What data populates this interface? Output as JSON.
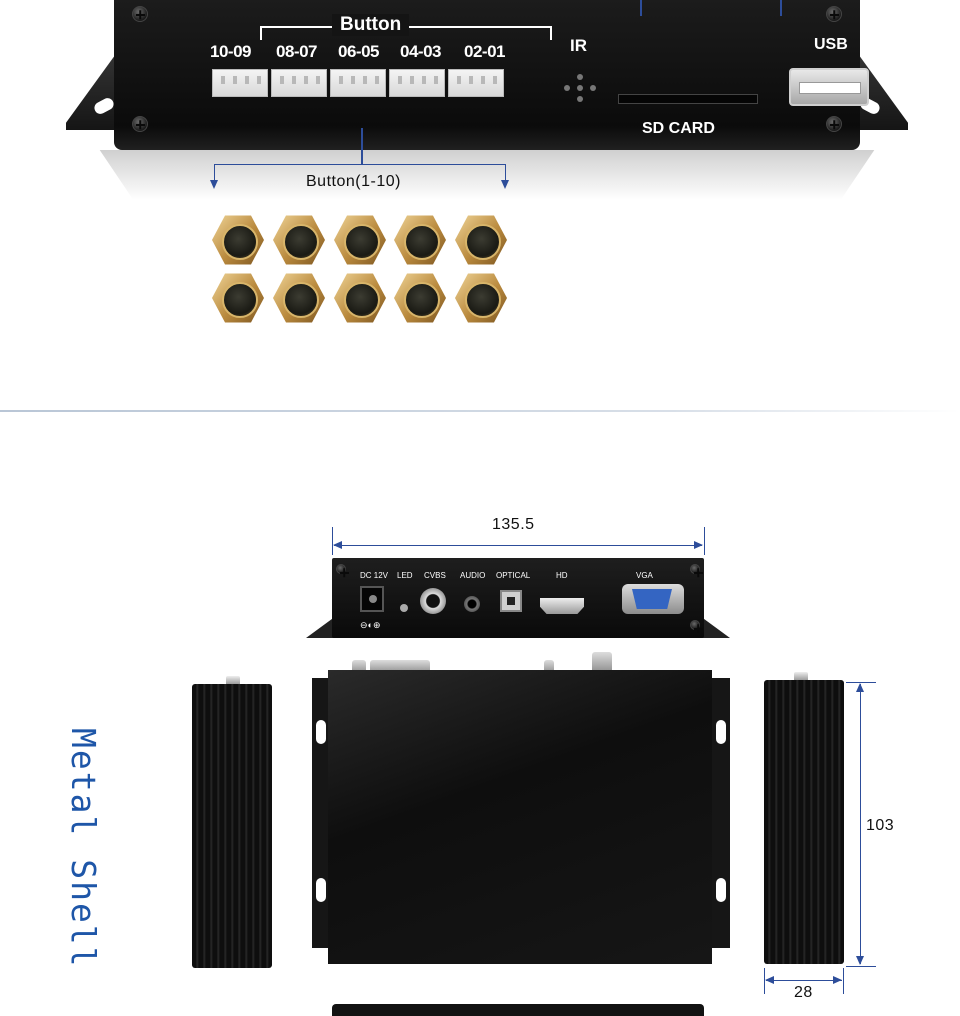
{
  "top_panel": {
    "button_group_title": "Button",
    "port_labels": [
      "10-09",
      "08-07",
      "06-05",
      "04-03",
      "02-01"
    ],
    "ir_label": "IR",
    "sd_label": "SD CARD",
    "usb_label": "USB"
  },
  "button_callout": "Button(1-10)",
  "push_button_count": 10,
  "front_panel": {
    "labels": [
      "DC 12V",
      "LED",
      "CVBS",
      "AUDIO",
      "OPTICAL",
      "HD",
      "VGA"
    ]
  },
  "dimensions": {
    "width": "135.5",
    "height": "103",
    "depth": "28"
  },
  "side_title": "Metal Shell",
  "colors": {
    "accent_blue": "#2d4d9a",
    "title_blue": "#1e56a8",
    "device_black": "#111111",
    "brass": "#b9893d"
  }
}
